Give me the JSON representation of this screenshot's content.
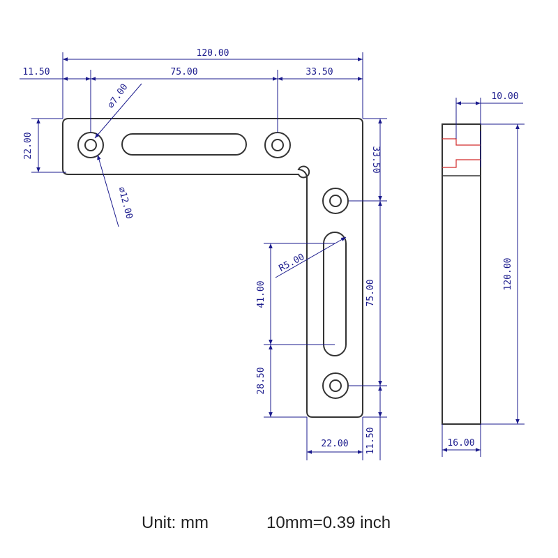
{
  "dimensions": {
    "overall_width": "120.00",
    "left_offset": "11.50",
    "hole_spacing_top": "75.00",
    "right_offset_top": "33.50",
    "small_hole_dia": "⌀7.00",
    "large_hole_dia": "⌀12.00",
    "arm_height": "22.00",
    "right_upper_offset": "33.50",
    "slot_radius": "R5.00",
    "slot_length": "41.00",
    "hole_spacing_vertical": "75.00",
    "bottom_offset": "28.50",
    "arm_width_bottom": "22.00",
    "bottom_right_offset": "11.50",
    "side_thickness_top": "10.00",
    "side_height": "120.00",
    "side_width": "16.00"
  },
  "caption": {
    "unit": "Unit: mm",
    "conversion": "10mm=0.39 inch"
  },
  "colors": {
    "dimension": "#1a1a8c",
    "outline": "#333333",
    "section": "#d22a2a"
  }
}
